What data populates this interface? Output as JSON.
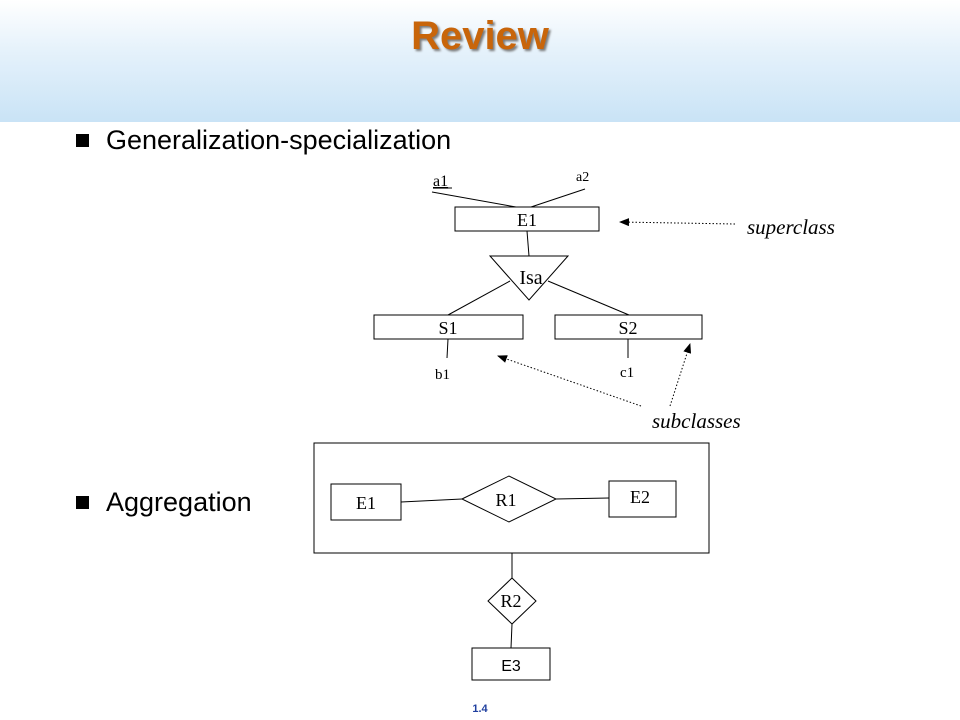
{
  "slide": {
    "title": "Review",
    "bullets": [
      "Generalization-specialization",
      "Aggregation"
    ],
    "page_number": "1.4"
  },
  "generalization": {
    "attributes": {
      "a1": "a1",
      "a2": "a2",
      "b1": "b1",
      "c1": "c1"
    },
    "superclass_entity": "E1",
    "isa_label": "Isa",
    "subclass_entities": [
      "S1",
      "S2"
    ],
    "annotations": {
      "superclass": "superclass",
      "subclasses": "subclasses"
    }
  },
  "aggregation": {
    "inner_entities": [
      "E1",
      "E2"
    ],
    "inner_relationship": "R1",
    "outer_relationship": "R2",
    "outer_entity": "E3"
  }
}
